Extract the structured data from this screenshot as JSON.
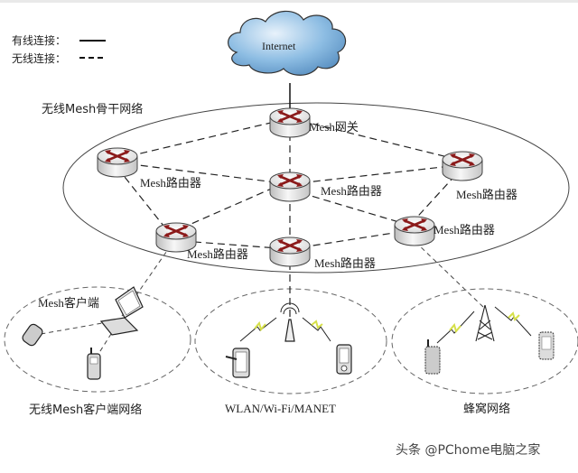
{
  "legend": {
    "wired_label": "有线连接：",
    "wireless_label": "无线连接："
  },
  "internet": {
    "label": "Internet"
  },
  "backbone": {
    "title": "无线Mesh骨干网络",
    "nodes": [
      {
        "id": "gateway",
        "label": "Mesh网关"
      },
      {
        "id": "router-left",
        "label": "Mesh路由器"
      },
      {
        "id": "router-center",
        "label": "Mesh路由器"
      },
      {
        "id": "router-right",
        "label": "Mesh路由器"
      },
      {
        "id": "router-lower-left",
        "label": "Mesh路由器"
      },
      {
        "id": "router-lower-center",
        "label": "Mesh路由器"
      },
      {
        "id": "router-lower-right",
        "label": "Mesh路由器"
      }
    ]
  },
  "subnets": [
    {
      "id": "client-mesh",
      "title": "无线Mesh客户端网络",
      "client_label": "Mesh客户端"
    },
    {
      "id": "wlan",
      "title": "WLAN/Wi-Fi/MANET"
    },
    {
      "id": "cellular",
      "title": "蜂窝网络"
    }
  ],
  "watermark": "头条 @PChome电脑之家",
  "colors": {
    "router_arrow": "#8b1a1a",
    "cloud": "#7fb2dc",
    "lightning": "#d6e04a"
  }
}
